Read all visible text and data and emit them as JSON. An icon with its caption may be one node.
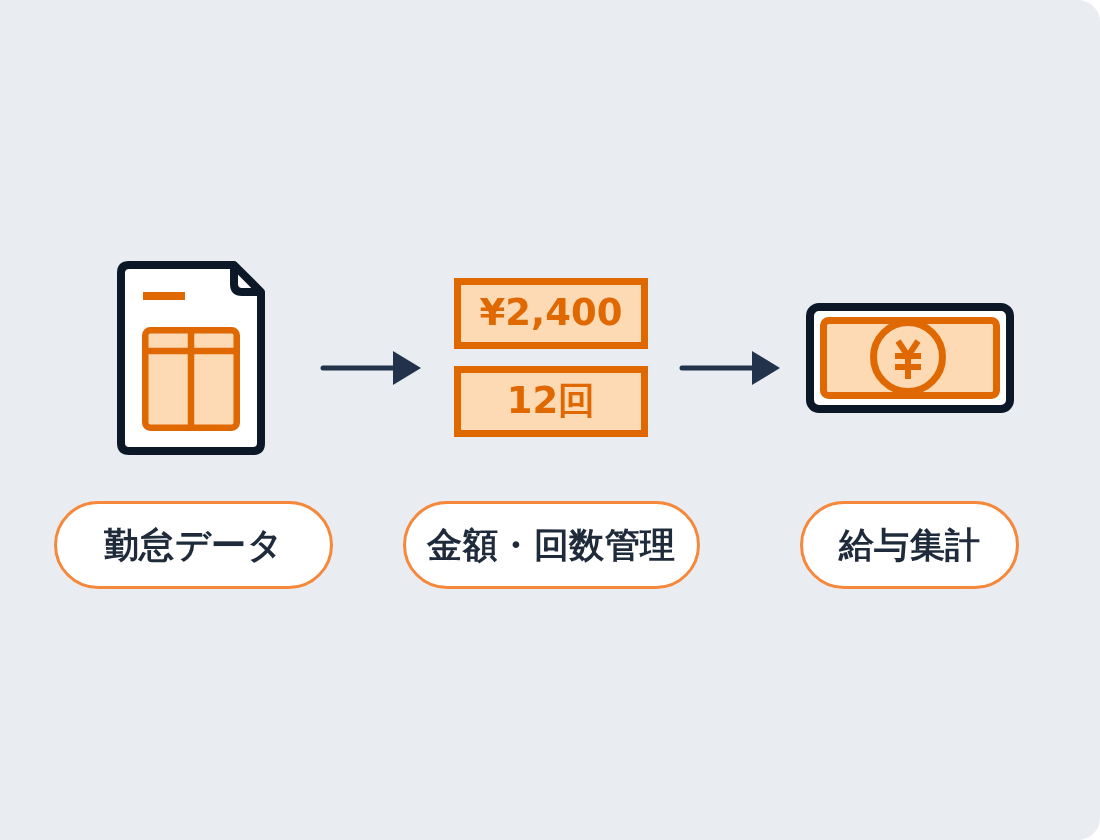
{
  "diagram": {
    "nodes": [
      {
        "text": [],
        "shape": "picture"
      },
      {
        "text": [
          "¥2,400"
        ]
      },
      {
        "text": [
          "12回"
        ]
      },
      {
        "text": [],
        "shape": "picture"
      },
      {
        "text": [
          "勤怠データ"
        ]
      },
      {
        "text": [
          "金額・回数管理"
        ]
      },
      {
        "text": [
          "給与集計"
        ]
      }
    ],
    "edges": [
      {
        "from": 0,
        "to": 2,
        "arrow": "to"
      },
      {
        "from": 2,
        "to": 3,
        "arrow": "to"
      }
    ]
  }
}
